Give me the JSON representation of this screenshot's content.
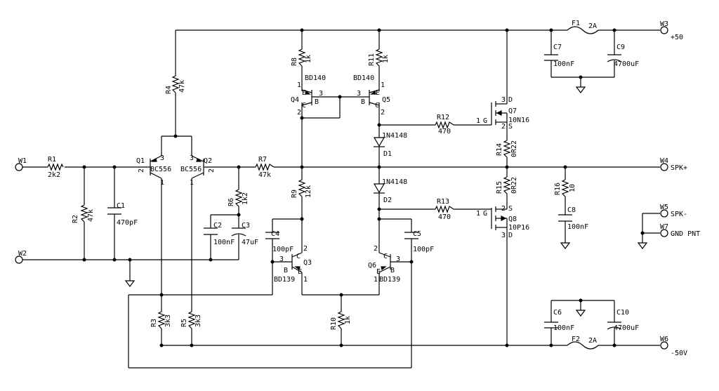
{
  "schematic": {
    "ports": {
      "W1": "W1",
      "W2": "W2",
      "W3": "W3",
      "W4": "W4",
      "W5": "W5",
      "W6": "W6",
      "W7": "W7",
      "plus50": "+50",
      "minus50": "-50V",
      "spk_plus": "SPK+",
      "spk_minus": "SPK-",
      "gnd_pnt": "GND PNT"
    },
    "resistors": {
      "R1": {
        "ref": "R1",
        "value": "2k2"
      },
      "R2": {
        "ref": "R2",
        "value": "47k"
      },
      "R3": {
        "ref": "R3",
        "value": "3k3"
      },
      "R4": {
        "ref": "R4",
        "value": "47k"
      },
      "R5": {
        "ref": "R5",
        "value": "3k3"
      },
      "R6": {
        "ref": "R6",
        "value": "1k2"
      },
      "R7": {
        "ref": "R7",
        "value": "47k"
      },
      "R8": {
        "ref": "R8",
        "value": "1k"
      },
      "R9": {
        "ref": "R9",
        "value": "12k"
      },
      "R10": {
        "ref": "R10",
        "value": "1k"
      },
      "R11": {
        "ref": "R11",
        "value": "1k"
      },
      "R12": {
        "ref": "R12",
        "value": "470"
      },
      "R13": {
        "ref": "R13",
        "value": "470"
      },
      "R14": {
        "ref": "R14",
        "value": "0R22"
      },
      "R15": {
        "ref": "R15",
        "value": "0R22"
      },
      "R16": {
        "ref": "R16",
        "value": "10"
      }
    },
    "capacitors": {
      "C1": {
        "ref": "C1",
        "value": "470pF"
      },
      "C2": {
        "ref": "C2",
        "value": "100nF"
      },
      "C3": {
        "ref": "C3",
        "value": "47uF"
      },
      "C4": {
        "ref": "C4",
        "value": "100pF"
      },
      "C5": {
        "ref": "C5",
        "value": "100pF"
      },
      "C6": {
        "ref": "C6",
        "value": "100nF"
      },
      "C7": {
        "ref": "C7",
        "value": "100nF"
      },
      "C8": {
        "ref": "C8",
        "value": "100nF"
      },
      "C9": {
        "ref": "C9",
        "value": "4700uF"
      },
      "C10": {
        "ref": "C10",
        "value": "4700uF"
      }
    },
    "transistors": {
      "Q1": {
        "ref": "Q1",
        "part": "BC556"
      },
      "Q2": {
        "ref": "Q2",
        "part": "BC556"
      },
      "Q3": {
        "ref": "Q3",
        "part": "BD139"
      },
      "Q4": {
        "ref": "Q4",
        "part": "BD140"
      },
      "Q5": {
        "ref": "Q5",
        "part": "BD140"
      },
      "Q6": {
        "ref": "Q6",
        "part": "BD139"
      },
      "Q7": {
        "ref": "Q7",
        "part": "10N16"
      },
      "Q8": {
        "ref": "Q8",
        "part": "10P16"
      }
    },
    "diodes": {
      "D1": {
        "ref": "D1",
        "part": "1N4148"
      },
      "D2": {
        "ref": "D2",
        "part": "1N4148"
      }
    },
    "fuses": {
      "F1": {
        "ref": "F1",
        "rating": "2A"
      },
      "F2": {
        "ref": "F2",
        "rating": "2A"
      }
    },
    "pins": {
      "n1": "1",
      "n2": "2",
      "n3": "3",
      "B": "B",
      "C": "C",
      "E": "E",
      "G": "G",
      "D": "D",
      "S": "S"
    }
  }
}
